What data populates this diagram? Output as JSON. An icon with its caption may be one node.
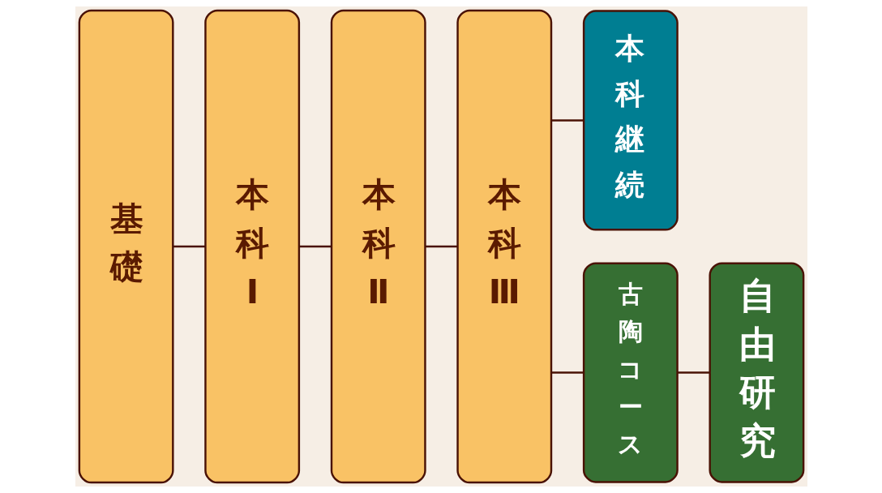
{
  "diagram": {
    "nodes": [
      {
        "text": [
          "基礎"
        ]
      },
      {
        "text": [
          "本科Ⅰ"
        ]
      },
      {
        "text": [
          "本科Ⅱ"
        ]
      },
      {
        "text": [
          "本科Ⅲ"
        ]
      },
      {
        "text": [
          "本科継続"
        ]
      },
      {
        "text": [
          "古陶コース"
        ]
      },
      {
        "text": [
          "自由研究"
        ]
      }
    ],
    "edges": [
      {
        "from": 0,
        "to": 1,
        "arrow": "none"
      },
      {
        "from": 1,
        "to": 2,
        "arrow": "none"
      },
      {
        "from": 2,
        "to": 3,
        "arrow": "none"
      },
      {
        "from": 3,
        "to": 4,
        "arrow": "none"
      },
      {
        "from": 3,
        "to": 5,
        "arrow": "none"
      },
      {
        "from": 5,
        "to": 6,
        "arrow": "none"
      }
    ]
  }
}
